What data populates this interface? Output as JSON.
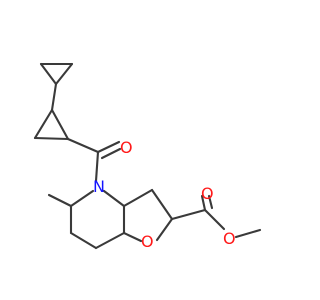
{
  "molecule": {
    "atoms": [
      {
        "id": "n1",
        "symbol": "N",
        "color": "#1414ff"
      },
      {
        "id": "o_carbonyl_amide",
        "symbol": "O",
        "color": "#ff1a1a"
      },
      {
        "id": "o_ring",
        "symbol": "O",
        "color": "#ff1a1a"
      },
      {
        "id": "o_ester_carbonyl",
        "symbol": "O",
        "color": "#ff1a1a"
      },
      {
        "id": "o_ester",
        "symbol": "O",
        "color": "#ff1a1a"
      }
    ],
    "bond_color": "#3a3a3a",
    "background": "#ffffff"
  }
}
